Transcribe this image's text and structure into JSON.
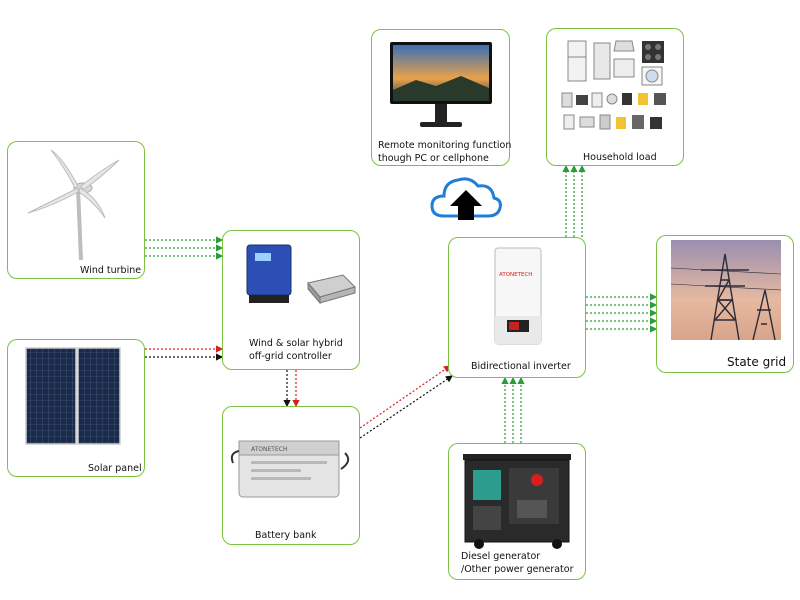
{
  "colors": {
    "box_border": "#7cc242",
    "wire_green": "#2a9d3a",
    "wire_red": "#d62020",
    "wire_black": "#111111",
    "cloud_blue": "#1f7fd6"
  },
  "labels": {
    "wind_turbine": "Wind turbine",
    "solar_panel": "Solar panel",
    "controller_line1": "Wind & solar hybrid",
    "controller_line2": "off-grid controller",
    "battery_bank": "Battery bank",
    "monitor_line1": "Remote monitoring function",
    "monitor_line2": "though PC or cellphone",
    "household_load": "Household load",
    "inverter": "Bidirectional inverter",
    "state_grid": "State grid",
    "generator_line1": "Diesel generator",
    "generator_line2": "/Other power generator"
  },
  "product_text": {
    "inverter_brand": "ATONETECH",
    "battery_brand": "ATONETECH"
  },
  "icons": {
    "cloud_upload": "cloud-upload-icon"
  }
}
